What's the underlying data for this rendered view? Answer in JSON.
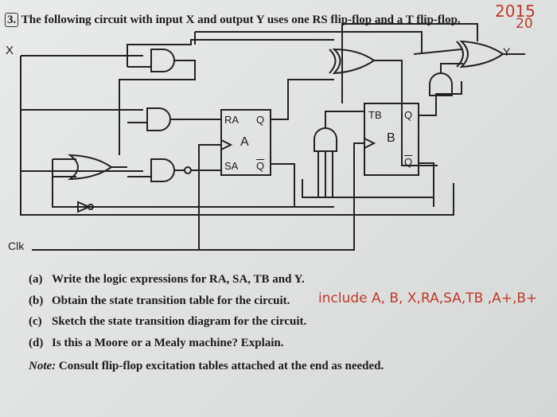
{
  "problem": {
    "number": "3.",
    "statement": "The following circuit with input X and output Y uses one RS flip-flop and a T flip-flop."
  },
  "handwriting": {
    "top_right_1": "2015",
    "top_right_2": "20",
    "note_b": "include A, B, X,RA,SA,TB ,A+,B+"
  },
  "circuit": {
    "input_label": "X",
    "output_label": "Y",
    "clock_label": "Clk",
    "ff_a": {
      "name": "A",
      "r": "RA",
      "s": "SA",
      "q": "Q",
      "qbar": "Q"
    },
    "ff_b": {
      "name": "B",
      "t": "TB",
      "q": "Q",
      "qbar": "Q"
    }
  },
  "questions": [
    {
      "label": "(a)",
      "text": "Write the logic expressions for RA, SA, TB and Y."
    },
    {
      "label": "(b)",
      "text": "Obtain the state transition table for the circuit."
    },
    {
      "label": "(c)",
      "text": "Sketch the state transition diagram for the circuit."
    },
    {
      "label": "(d)",
      "text": "Is this a Moore or a Mealy machine? Explain."
    }
  ],
  "note": {
    "label": "Note",
    "text": "Consult flip-flop excitation tables attached at the end as needed."
  }
}
